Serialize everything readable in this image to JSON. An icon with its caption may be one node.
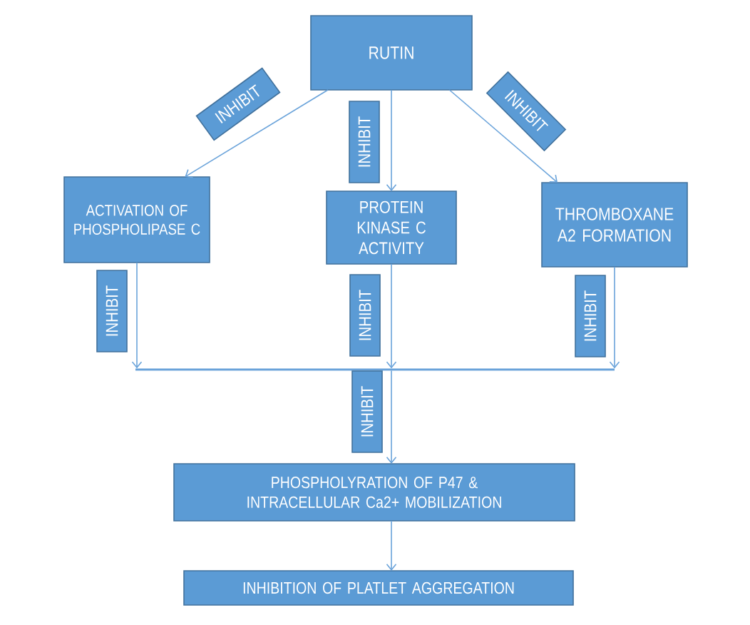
{
  "diagram": {
    "nodes": [
      {
        "text": [
          "RUTIN"
        ]
      },
      {
        "text": [
          "ACTIVATION OF PHOSPHOLIPASE C"
        ]
      },
      {
        "text": [
          "PROTEIN KINASE C ACTIVITY"
        ]
      },
      {
        "text": [
          "THROMBOXANE A2 FORMATION"
        ]
      },
      {
        "text": [],
        "shape": "bar"
      },
      {
        "text": [
          "PHOSPHOLYRATION OF P47 & INTRACELLULAR Ca2+ MOBILIZATION"
        ]
      },
      {
        "text": [
          "INHIBITION OF PLATLET AGGREGATION"
        ]
      }
    ],
    "edges": [
      {
        "from": 0,
        "to": 1,
        "arrow": "to",
        "label": "INHIBIT"
      },
      {
        "from": 0,
        "to": 2,
        "arrow": "to",
        "label": "INHIBIT"
      },
      {
        "from": 0,
        "to": 3,
        "arrow": "to",
        "label": "INHIBIT"
      },
      {
        "from": 1,
        "to": 4,
        "arrow": "to",
        "label": "INHIBIT"
      },
      {
        "from": 2,
        "to": 4,
        "arrow": "to",
        "label": "INHIBIT"
      },
      {
        "from": 3,
        "to": 4,
        "arrow": "to",
        "label": "INHIBIT"
      },
      {
        "from": 4,
        "to": 5,
        "arrow": "to",
        "label": "INHIBIT"
      },
      {
        "from": 5,
        "to": 6,
        "arrow": "to"
      }
    ]
  }
}
